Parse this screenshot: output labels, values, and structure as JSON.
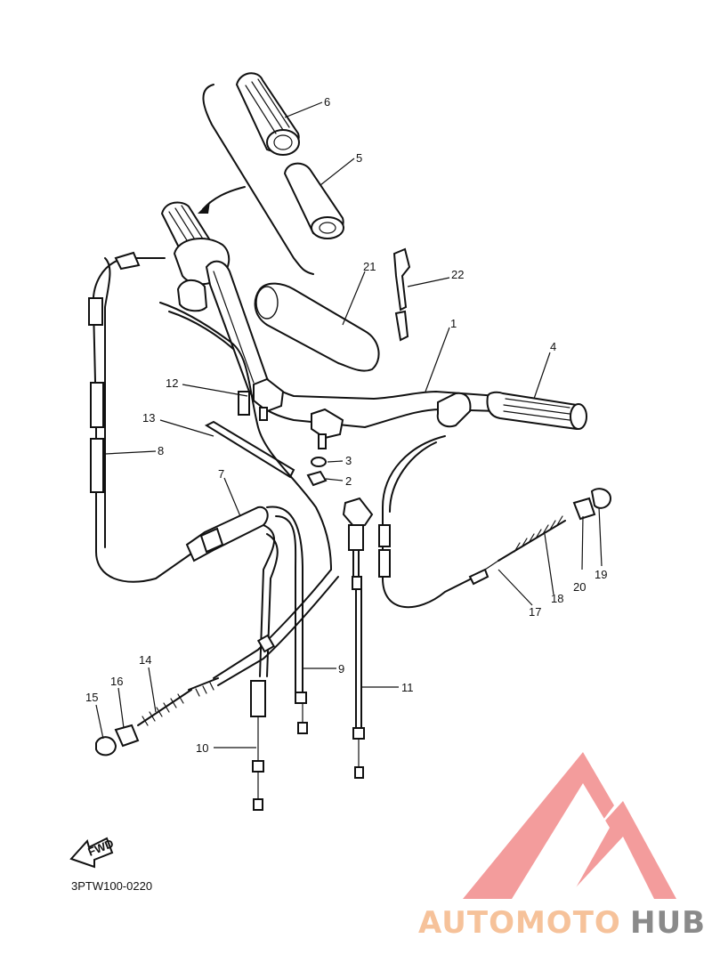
{
  "diagram": {
    "code_label": "3PTW100-0220",
    "fwd_label": "FWD",
    "callouts": [
      {
        "id": "1",
        "part": "handlebar"
      },
      {
        "id": "2",
        "part": "nut"
      },
      {
        "id": "3",
        "part": "washer"
      },
      {
        "id": "4",
        "part": "grip-right"
      },
      {
        "id": "5",
        "part": "grip-insert"
      },
      {
        "id": "6",
        "part": "grip-left"
      },
      {
        "id": "7",
        "part": "cable-junction"
      },
      {
        "id": "8",
        "part": "cable-sleeve"
      },
      {
        "id": "9",
        "part": "cable"
      },
      {
        "id": "10",
        "part": "cable"
      },
      {
        "id": "11",
        "part": "throttle-cable"
      },
      {
        "id": "12",
        "part": "cable"
      },
      {
        "id": "13",
        "part": "cable-band"
      },
      {
        "id": "14",
        "part": "adjuster-spring"
      },
      {
        "id": "15",
        "part": "cap"
      },
      {
        "id": "16",
        "part": "nut"
      },
      {
        "id": "17",
        "part": "cable"
      },
      {
        "id": "18",
        "part": "adjuster-spring"
      },
      {
        "id": "19",
        "part": "cap"
      },
      {
        "id": "20",
        "part": "nut"
      },
      {
        "id": "21",
        "part": "pad"
      },
      {
        "id": "22",
        "part": "clip"
      }
    ]
  },
  "watermark": {
    "text_part1": "AUTOMOTO",
    "text_part2": "HUB",
    "color_part1": "#f6c29a",
    "color_part2": "#8a8a8a",
    "logo_color": "#f28b8b"
  }
}
